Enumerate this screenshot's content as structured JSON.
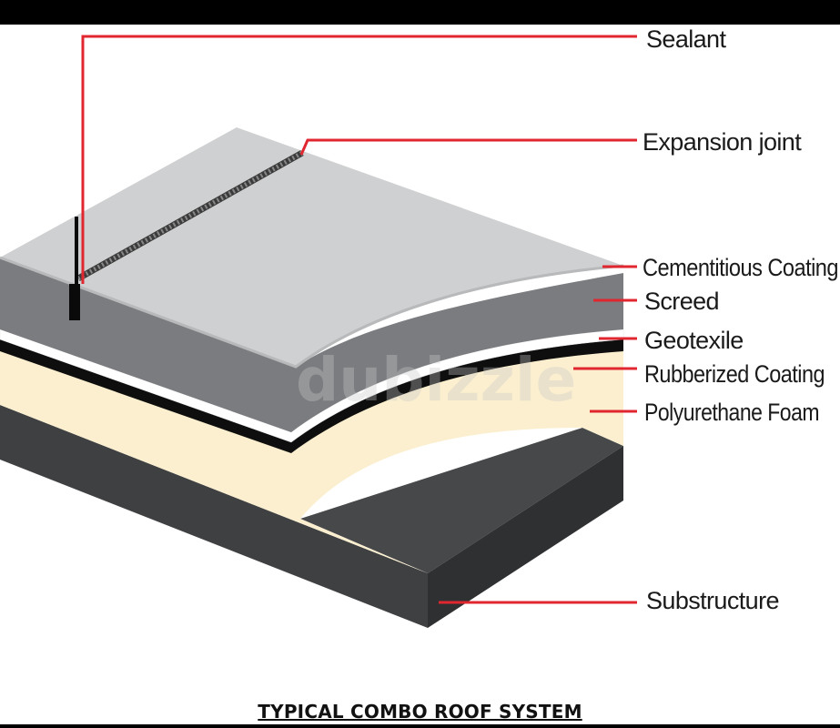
{
  "labels": {
    "sealant": "Sealant",
    "expansion_joint": "Expansion joint",
    "cementitious_coating": "Cementitious Coating",
    "screed": "Screed",
    "geotexile": "Geotexile",
    "rubberized_coating": "Rubberized Coating",
    "polyurethane_foam": "Polyurethane Foam",
    "substructure": "Substructure"
  },
  "caption": "TYPICAL COMBO ROOF SYSTEM",
  "watermark": "dubizzle",
  "colors": {
    "leader_line": "#e0262f",
    "top_surface": "#cfd0d1",
    "screed": "#7a7c7f",
    "foam": "#fbefcf",
    "substructure": "#3c3d3f",
    "substructure_top": "#46484a"
  }
}
